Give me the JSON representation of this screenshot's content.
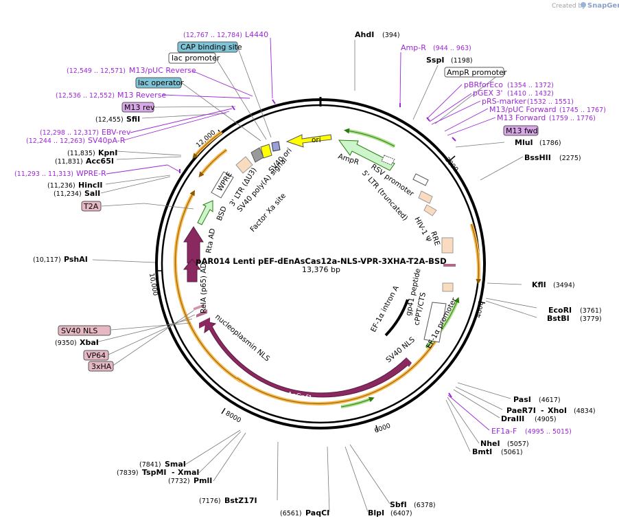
{
  "title": "pAR014 Lenti pEF-dEnAsCas12a-NLS-VPR-3XHA-T2A-BSD",
  "size": "13,376 bp",
  "watermark": {
    "prefix": "Created by",
    "brand": "SnapGene"
  },
  "ticks": [
    "2000",
    "4000",
    "6000",
    "8000",
    "10,000",
    "12,000"
  ],
  "enzymes_left": [
    {
      "pos": "(12,455)",
      "name": "SfiI"
    },
    {
      "pos": "(11,835)",
      "name": "KpnI"
    },
    {
      "pos": "(11,831)",
      "name": "Acc65I"
    },
    {
      "pos": "(11,236)",
      "name": "HincII"
    },
    {
      "pos": "(11,234)",
      "name": "SalI"
    },
    {
      "pos": "(10,117)",
      "name": "PshAI"
    },
    {
      "pos": "(9350)",
      "name": "XbaI"
    }
  ],
  "enzymes_right": [
    {
      "name": "AhdI",
      "pos": "(394)"
    },
    {
      "name": "SspI",
      "pos": "(1198)"
    },
    {
      "name": "MluI",
      "pos": "(1786)"
    },
    {
      "name": "BssHII",
      "pos": "(2275)"
    },
    {
      "name": "KflI",
      "pos": "(3494)"
    },
    {
      "name": "EcoRI",
      "pos": "(3761)"
    },
    {
      "name": "BstBI",
      "pos": "(3779)"
    },
    {
      "name": "PasI",
      "pos": "(4617)"
    },
    {
      "name": "PaeR7I",
      "mid": "-",
      "name2": "XhoI",
      "pos": "(4834)"
    },
    {
      "name": "DraIII",
      "pos": "(4905)"
    },
    {
      "name": "NheI",
      "pos": "(5057)"
    },
    {
      "name": "BmtI",
      "pos": "(5061)"
    }
  ],
  "enzymes_bottom": [
    {
      "pos": "(7841)",
      "name": "SmaI"
    },
    {
      "pos": "(7839)",
      "name": "TspMI",
      "mid": "-",
      "name2": "XmaI"
    },
    {
      "pos": "(7732)",
      "name": "PmlI"
    },
    {
      "pos": "(7176)",
      "name": "BstZ17I"
    },
    {
      "pos": "(6561)",
      "name": "PaqCI"
    },
    {
      "name": "BlpI",
      "pos": "(6407)"
    },
    {
      "name": "SbfI",
      "pos": "(6378)"
    }
  ],
  "primers_left": [
    {
      "range": "(12,767 .. 12,784)",
      "name": "L4440"
    },
    {
      "range": "(12,549 .. 12,571)",
      "name": "M13/pUC Reverse"
    },
    {
      "range": "(12,536 .. 12,552)",
      "name": "M13 Reverse"
    },
    {
      "range": "(12,298 .. 12,317)",
      "name": "EBV-rev"
    },
    {
      "range": "(12,244 .. 12,263)",
      "name": "SV40pA-R"
    },
    {
      "range": "(11,293 .. 11,313)",
      "name": "WPRE-R"
    }
  ],
  "primers_right": [
    {
      "name": "Amp-R",
      "range": "(944 .. 963)"
    },
    {
      "name": "pBRforEco",
      "range": "(1354 .. 1372)"
    },
    {
      "name": "pGEX 3'",
      "range": "(1410 .. 1432)"
    },
    {
      "name": "pRS-marker",
      "range": "(1532 .. 1551)"
    },
    {
      "name": "M13/pUC Forward",
      "range": "(1745 .. 1767)"
    },
    {
      "name": "M13 Forward",
      "range": "(1759 .. 1776)"
    },
    {
      "name": "EF1a-F",
      "range": "(4995 .. 5015)"
    }
  ],
  "boxed_features": {
    "cap_binding_site": "CAP binding site",
    "lac_promoter": "lac promoter",
    "lac_operator": "lac operator",
    "m13_rev": "M13 rev",
    "ampr_promoter": "AmpR promoter",
    "m13_fwd": "M13 fwd",
    "t2a": "T2A",
    "sv40_nls": "SV40 NLS",
    "vp64": "VP64",
    "ha3": "3xHA"
  },
  "inner_features": {
    "ori": "ori",
    "ampr": "AmpR",
    "rsv_promoter": "RSV promoter",
    "ltr_truncated": "5' LTR (truncated)",
    "hiv_psi": "HIV-1 Ψ",
    "rre": "RRE",
    "gp41": "gp41 peptide",
    "cppt": "cPPT/CTS",
    "ef1a_promoter": "EF-1α promoter",
    "ef1a_intron": "EF-1α intron A",
    "sv40_nls": "SV40 NLS",
    "ascpf1": "AsCpf1",
    "nucleoplasmin": "nucleoplasmin NLS",
    "rela": "RelA (p65) AD",
    "rta": "Rta AD",
    "bsd": "BSD",
    "wpre": "WPRE",
    "ltr3": "3' LTR (ΔU3)",
    "sv40_polya": "SV40 poly(A) signal",
    "sv40_ori": "SV40 ori",
    "factor_xa": "Factor Xa site"
  },
  "colors": {
    "primer": "#9b26d6",
    "cds": "#8a2860",
    "promoter": "#e8e8e8",
    "ori": "#ffff00",
    "ampr": "#ccf5cc",
    "misc": "#f9dcbf",
    "orange": "#f6b84d",
    "green": "#66aa22",
    "boxblue": "#7fc4d6",
    "boxpurple": "#d8a8e8",
    "boxpink": "#e6b8c4"
  }
}
